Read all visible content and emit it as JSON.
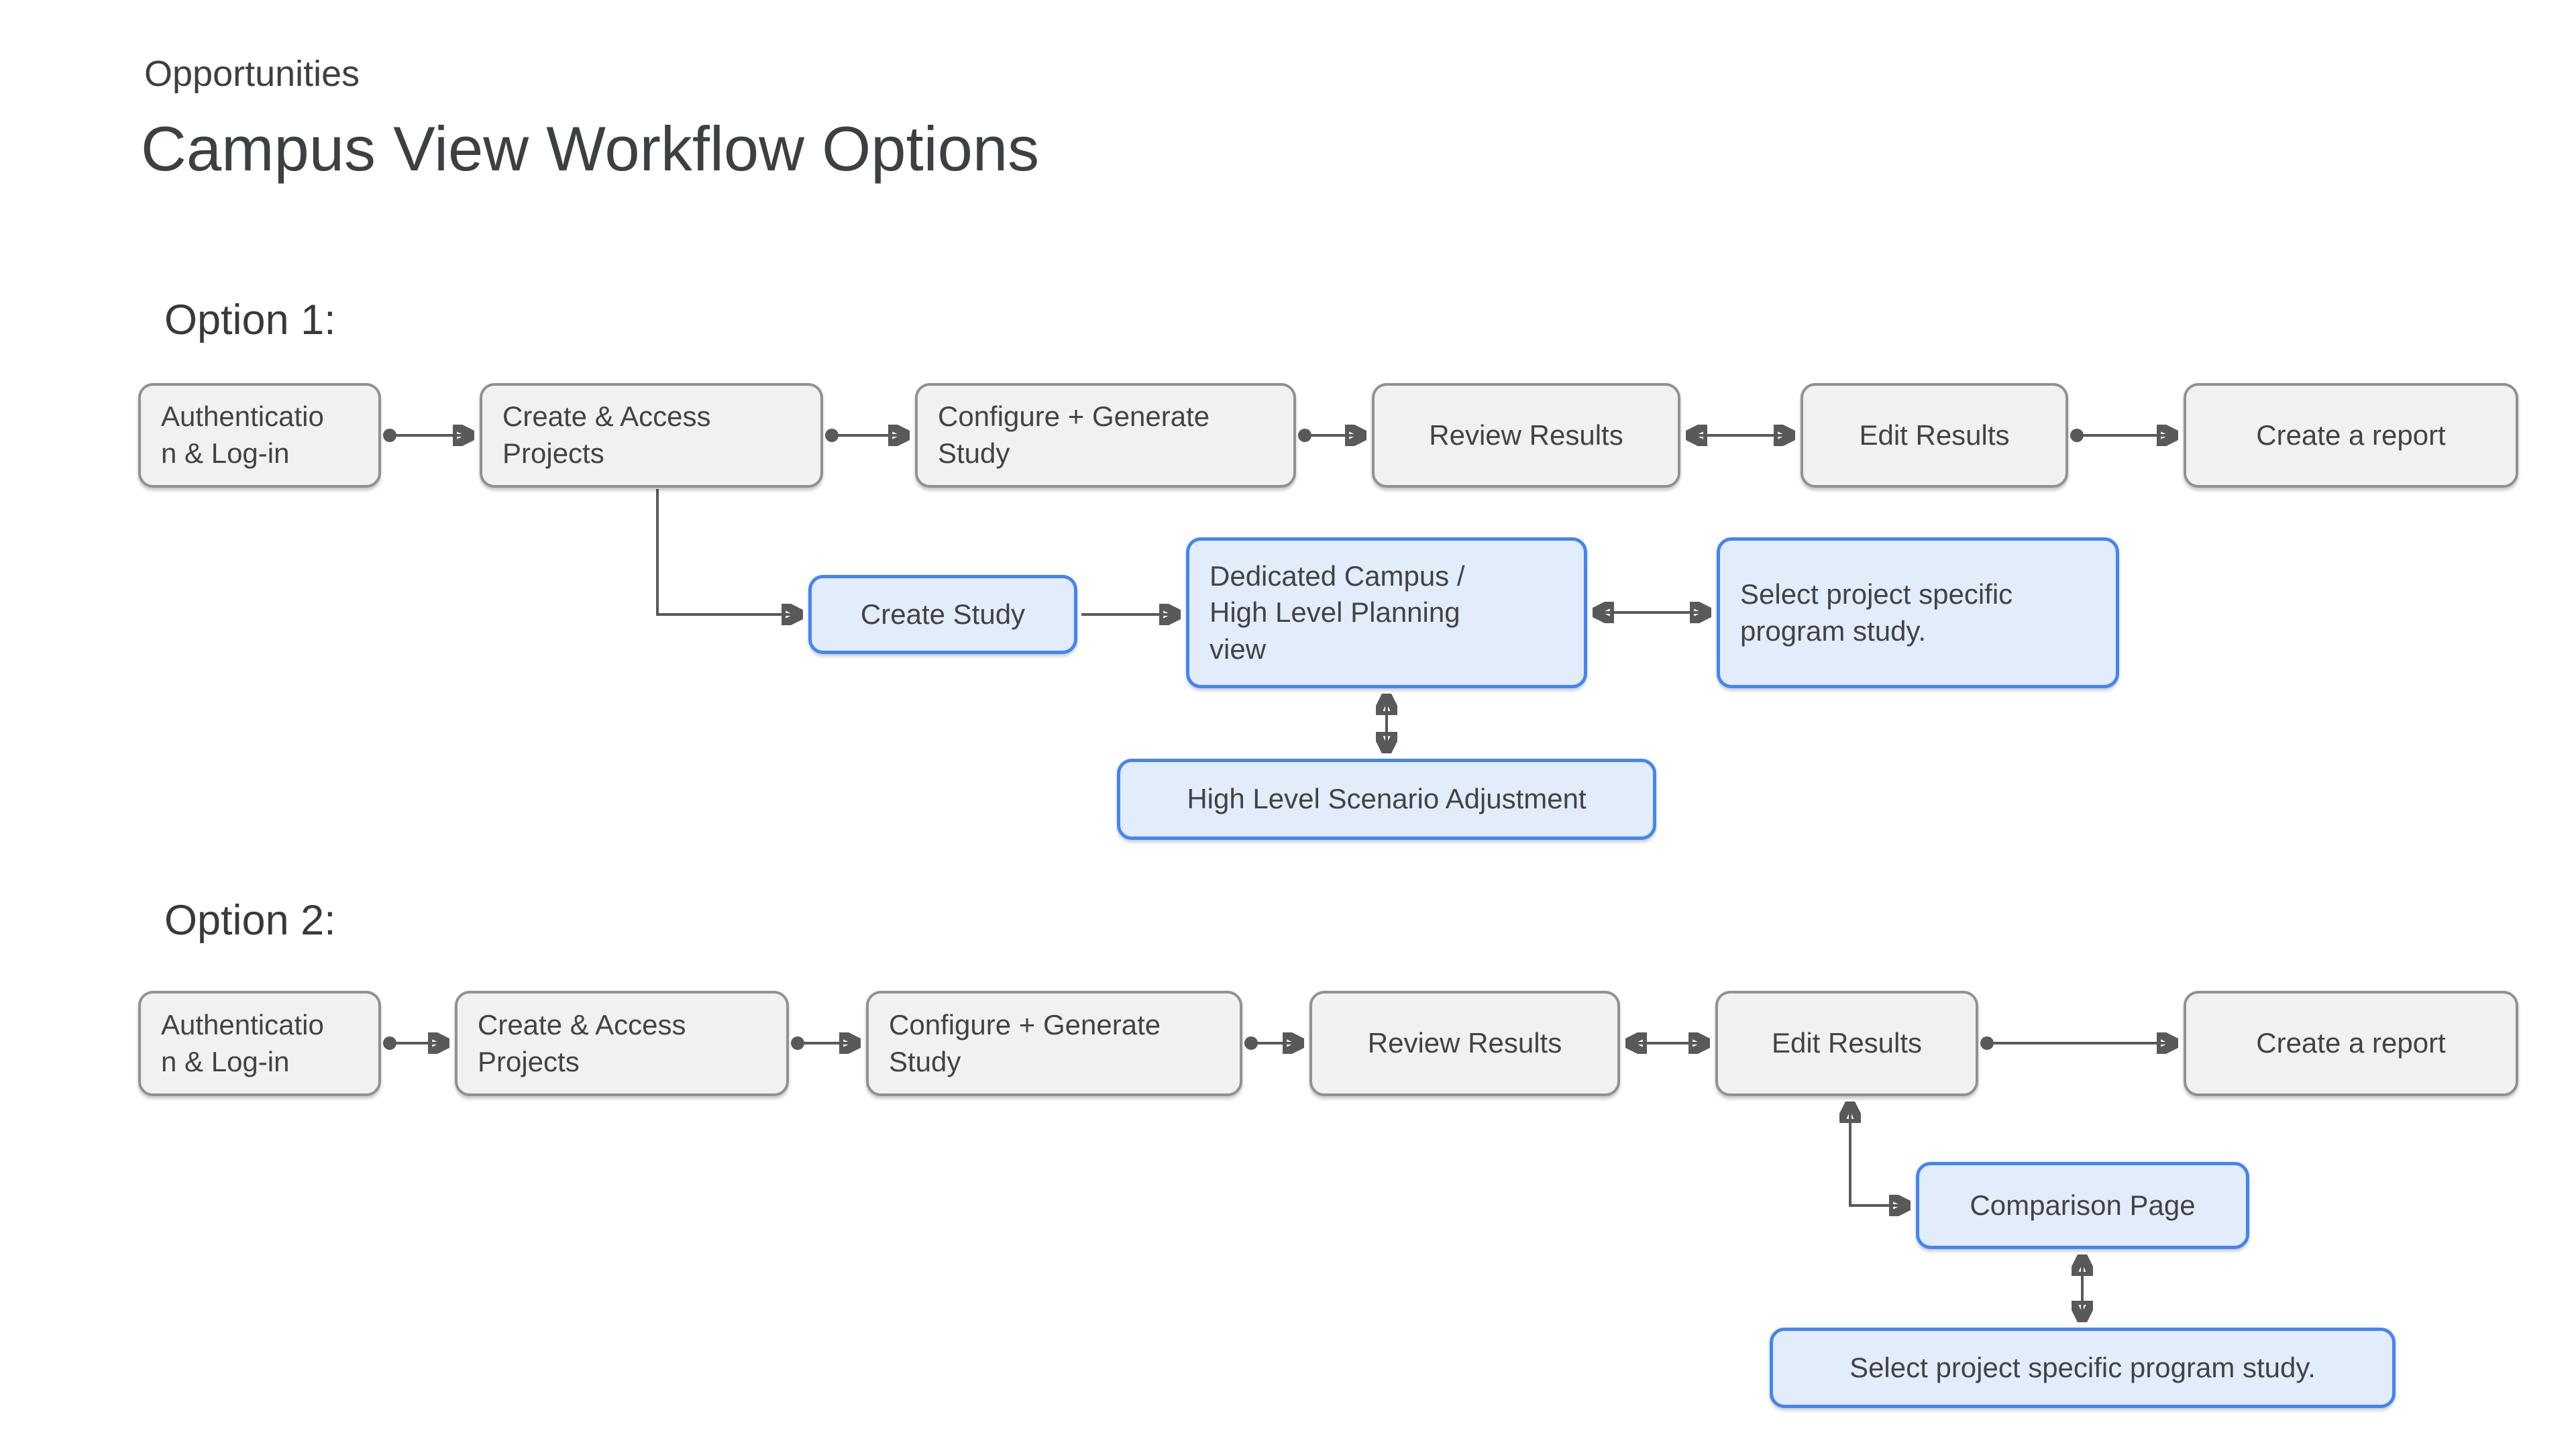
{
  "slide": {
    "eyebrow": "Opportunities",
    "title": "Campus View Workflow Options"
  },
  "colors": {
    "background": "#ffffff",
    "gray_node_fill": "#f0f1f1",
    "gray_node_border": "#919191",
    "blue_node_fill": "#e2ecfb",
    "blue_node_border": "#4285f4",
    "connector": "#595959",
    "text": "#434343",
    "heading_text": "#3c4043"
  },
  "option1": {
    "label": "Option 1:",
    "flow": [
      {
        "label": "Authenticatio\nn & Log-in",
        "variant": "gray"
      },
      {
        "label": "Create & Access\nProjects",
        "variant": "gray"
      },
      {
        "label": "Configure + Generate\nStudy",
        "variant": "gray"
      },
      {
        "label": "Review Results",
        "variant": "gray"
      },
      {
        "label": "Edit Results",
        "variant": "gray"
      },
      {
        "label": "Create a report",
        "variant": "gray"
      }
    ],
    "branch": [
      {
        "label": "Create Study",
        "variant": "blue"
      },
      {
        "label": "Dedicated Campus /\nHigh Level Planning\nview",
        "variant": "blue"
      },
      {
        "label": "Select project specific\nprogram study.",
        "variant": "blue"
      },
      {
        "label": "High Level Scenario Adjustment",
        "variant": "blue"
      }
    ]
  },
  "option2": {
    "label": "Option 2:",
    "flow": [
      {
        "label": "Authenticatio\nn & Log-in",
        "variant": "gray"
      },
      {
        "label": "Create & Access\nProjects",
        "variant": "gray"
      },
      {
        "label": "Configure + Generate\nStudy",
        "variant": "gray"
      },
      {
        "label": "Review Results",
        "variant": "gray"
      },
      {
        "label": "Edit Results",
        "variant": "gray"
      },
      {
        "label": "Create a report",
        "variant": "gray"
      }
    ],
    "branch": [
      {
        "label": "Comparison Page",
        "variant": "blue"
      },
      {
        "label": "Select project specific program study.",
        "variant": "blue"
      }
    ]
  }
}
